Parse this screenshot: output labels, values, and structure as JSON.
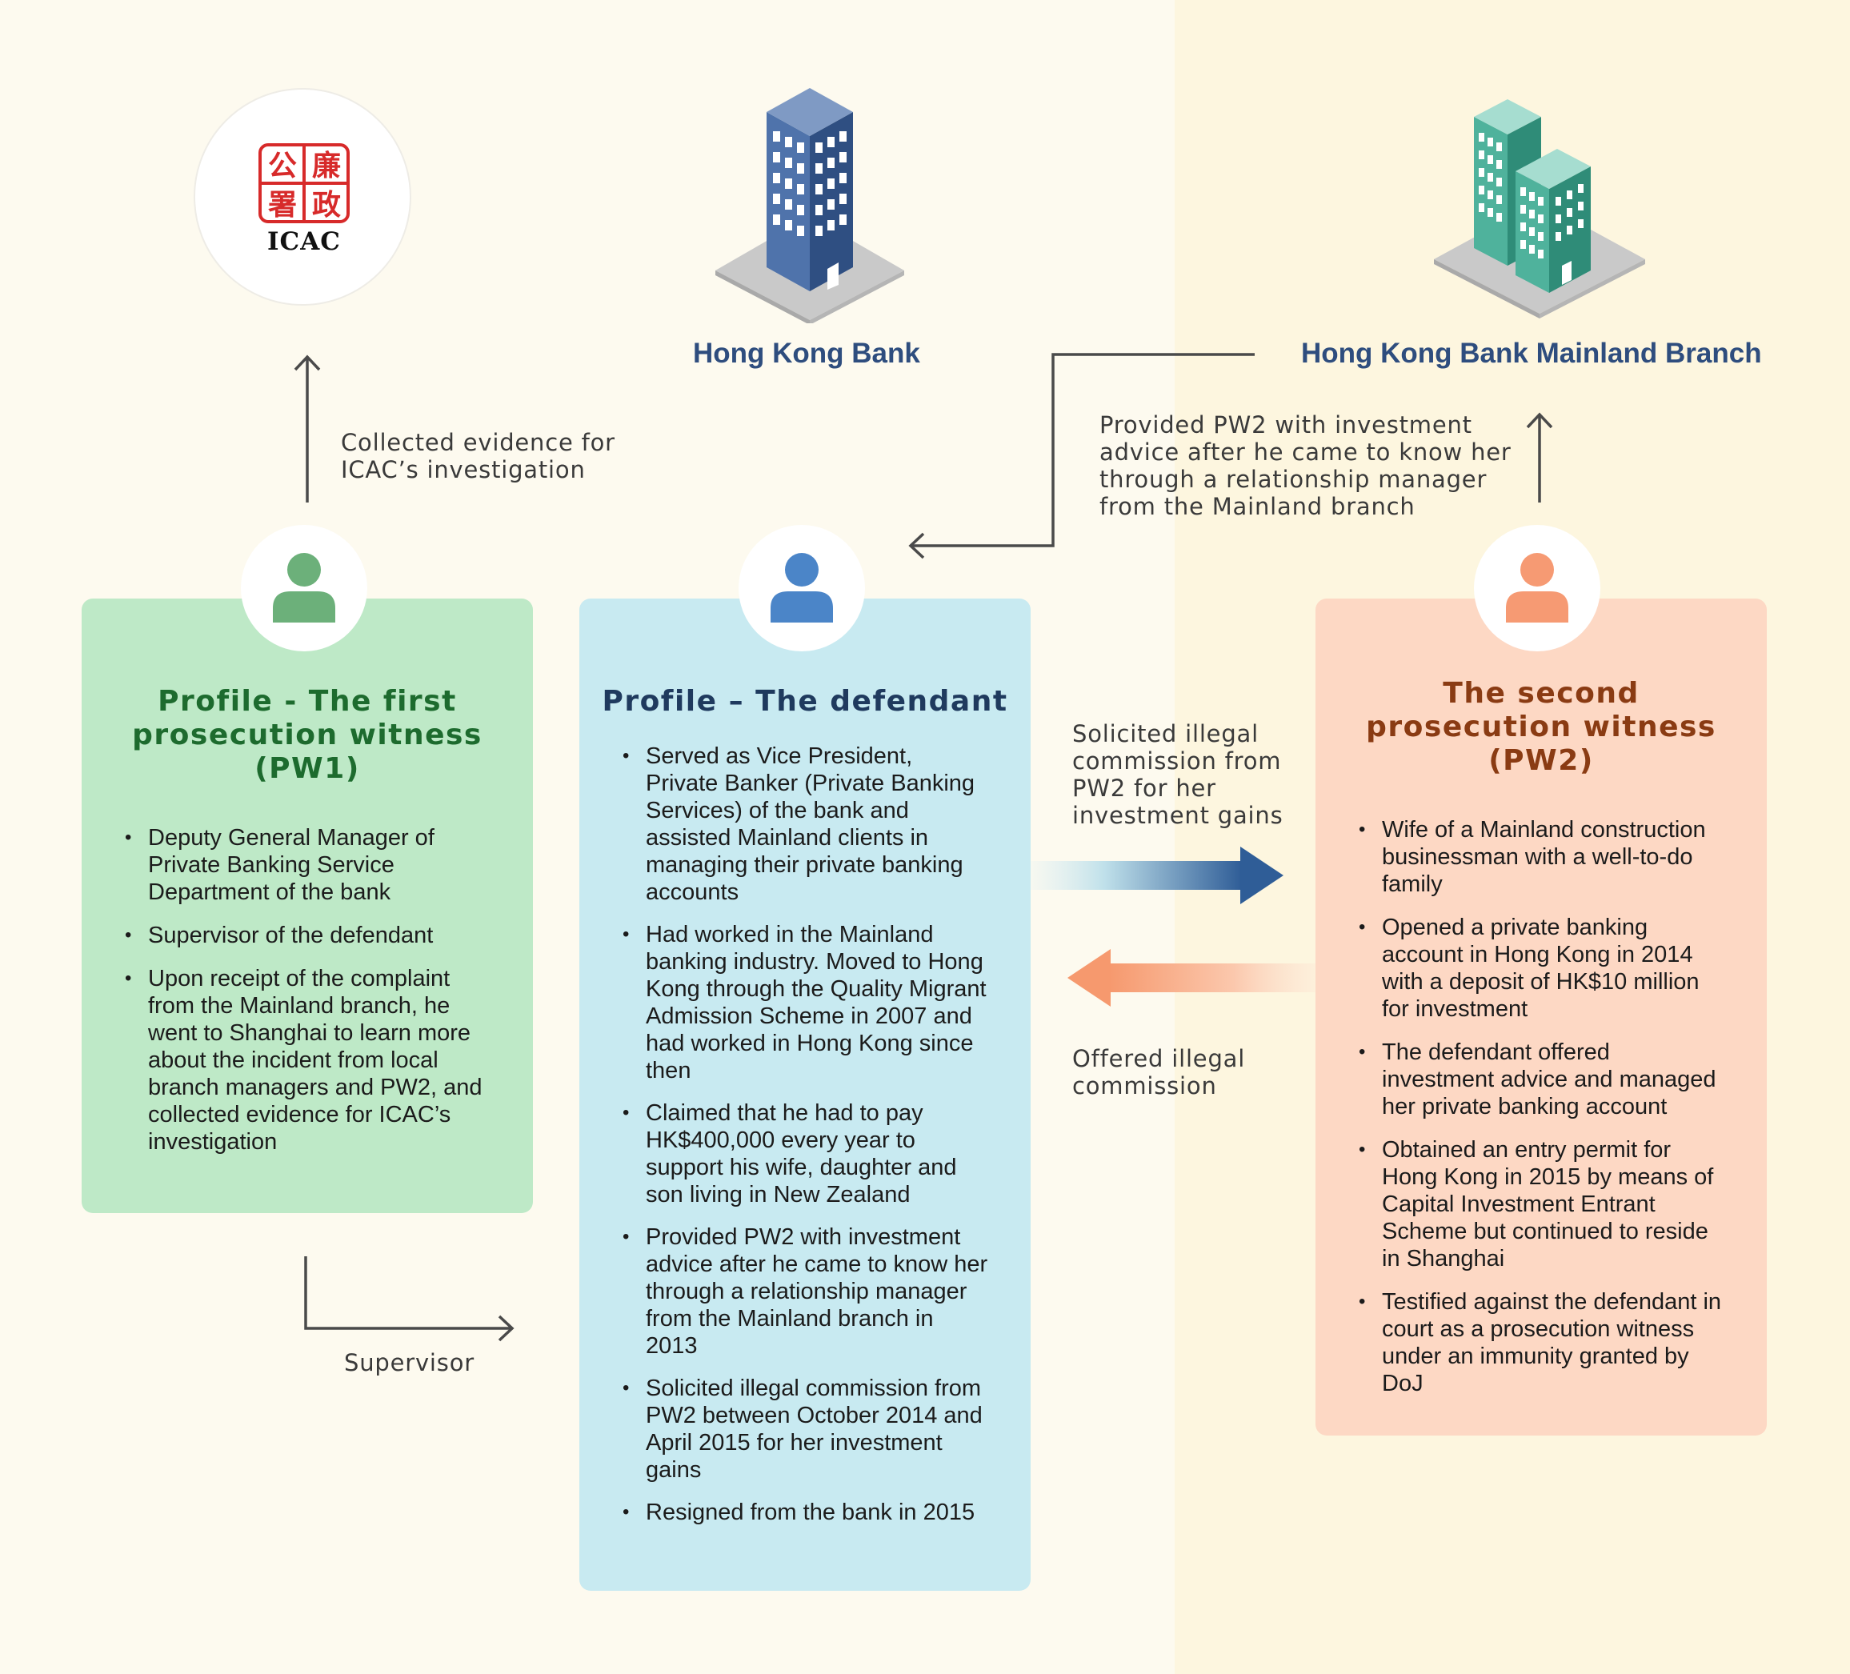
{
  "icac": {
    "logo_chars": [
      "廉",
      "政",
      "公",
      "署"
    ],
    "logo_text": "ICAC"
  },
  "banks": {
    "hk_bank": "Hong Kong Bank",
    "mainland_branch": "Hong Kong Bank Mainland Branch"
  },
  "annotations": {
    "collected_evidence": [
      "Collected evidence for",
      "ICAC’s investigation"
    ],
    "provided_advice": [
      "Provided PW2 with investment",
      "advice after he came to know her",
      "through a relationship manager",
      "from the Mainland branch"
    ],
    "solicited": [
      "Solicited illegal",
      "commission from",
      "PW2 for her",
      "investment gains"
    ],
    "offered": [
      "Offered illegal",
      "commission"
    ],
    "supervisor": "Supervisor"
  },
  "pw1": {
    "title": [
      "Profile - The first",
      "prosecution witness",
      "(PW1)"
    ],
    "bullets": [
      [
        "Deputy General Manager of",
        "Private Banking Service",
        "Department of the bank"
      ],
      [
        "Supervisor of the defendant"
      ],
      [
        "Upon receipt of the complaint",
        "from the Mainland branch, he",
        "went to Shanghai to learn more",
        "about the incident from local",
        "branch managers and PW2, and",
        "collected evidence for ICAC’s",
        "investigation"
      ]
    ]
  },
  "defendant": {
    "title": [
      "Profile – The defendant"
    ],
    "bullets": [
      [
        "Served as Vice President,",
        "Private Banker (Private Banking",
        "Services) of the bank and",
        "assisted Mainland clients in",
        "managing their private banking",
        "accounts"
      ],
      [
        "Had worked in the Mainland",
        "banking industry. Moved to Hong",
        "Kong through the Quality Migrant",
        "Admission Scheme in 2007 and",
        "had worked in Hong Kong since",
        "then"
      ],
      [
        "Claimed that he had to pay",
        "HK$400,000 every year to",
        "support his wife, daughter and",
        "son living in New Zealand"
      ],
      [
        "Provided PW2 with investment",
        "advice after he came to know her",
        "through a relationship manager",
        "from the Mainland branch in",
        "2013"
      ],
      [
        "Solicited illegal commission from",
        "PW2 between October 2014 and",
        "April 2015 for her investment",
        "gains"
      ],
      [
        "Resigned from the bank in 2015"
      ]
    ]
  },
  "pw2": {
    "title": [
      "The second",
      "prosecution witness",
      "(PW2)"
    ],
    "bullets": [
      [
        "Wife of a Mainland construction",
        "businessman with a well-to-do",
        "family"
      ],
      [
        "Opened a private banking",
        "account in Hong Kong in 2014",
        "with a deposit of HK$10 million",
        "for investment"
      ],
      [
        "The defendant offered",
        "investment advice and managed",
        "her private banking account"
      ],
      [
        "Obtained an entry permit for",
        "Hong Kong in 2015 by means of",
        "Capital Investment Entrant",
        "Scheme but continued to reside",
        "in Shanghai"
      ],
      [
        "Testified against the defendant in",
        "court as a prosecution witness",
        "under an immunity granted by",
        "DoJ"
      ]
    ]
  },
  "colors": {
    "pw1_title": "#1d6b2e",
    "defendant_title": "#1f3a5e",
    "pw2_title": "#8a3b13",
    "pw1_avatar": "#6cb07a",
    "defendant_avatar": "#4b85c8",
    "pw2_avatar": "#f69a73",
    "arrow_blue": "#2f5d97",
    "arrow_orange": "#f6996e",
    "hk_bank_label": "#2e4d7e",
    "logo_red": "#d72a2a"
  },
  "icons": {
    "icac_logo": "icac-seal-logo",
    "hk_bank": "office-building-icon",
    "mainland_branch": "twin-buildings-icon",
    "person": "person-icon"
  }
}
